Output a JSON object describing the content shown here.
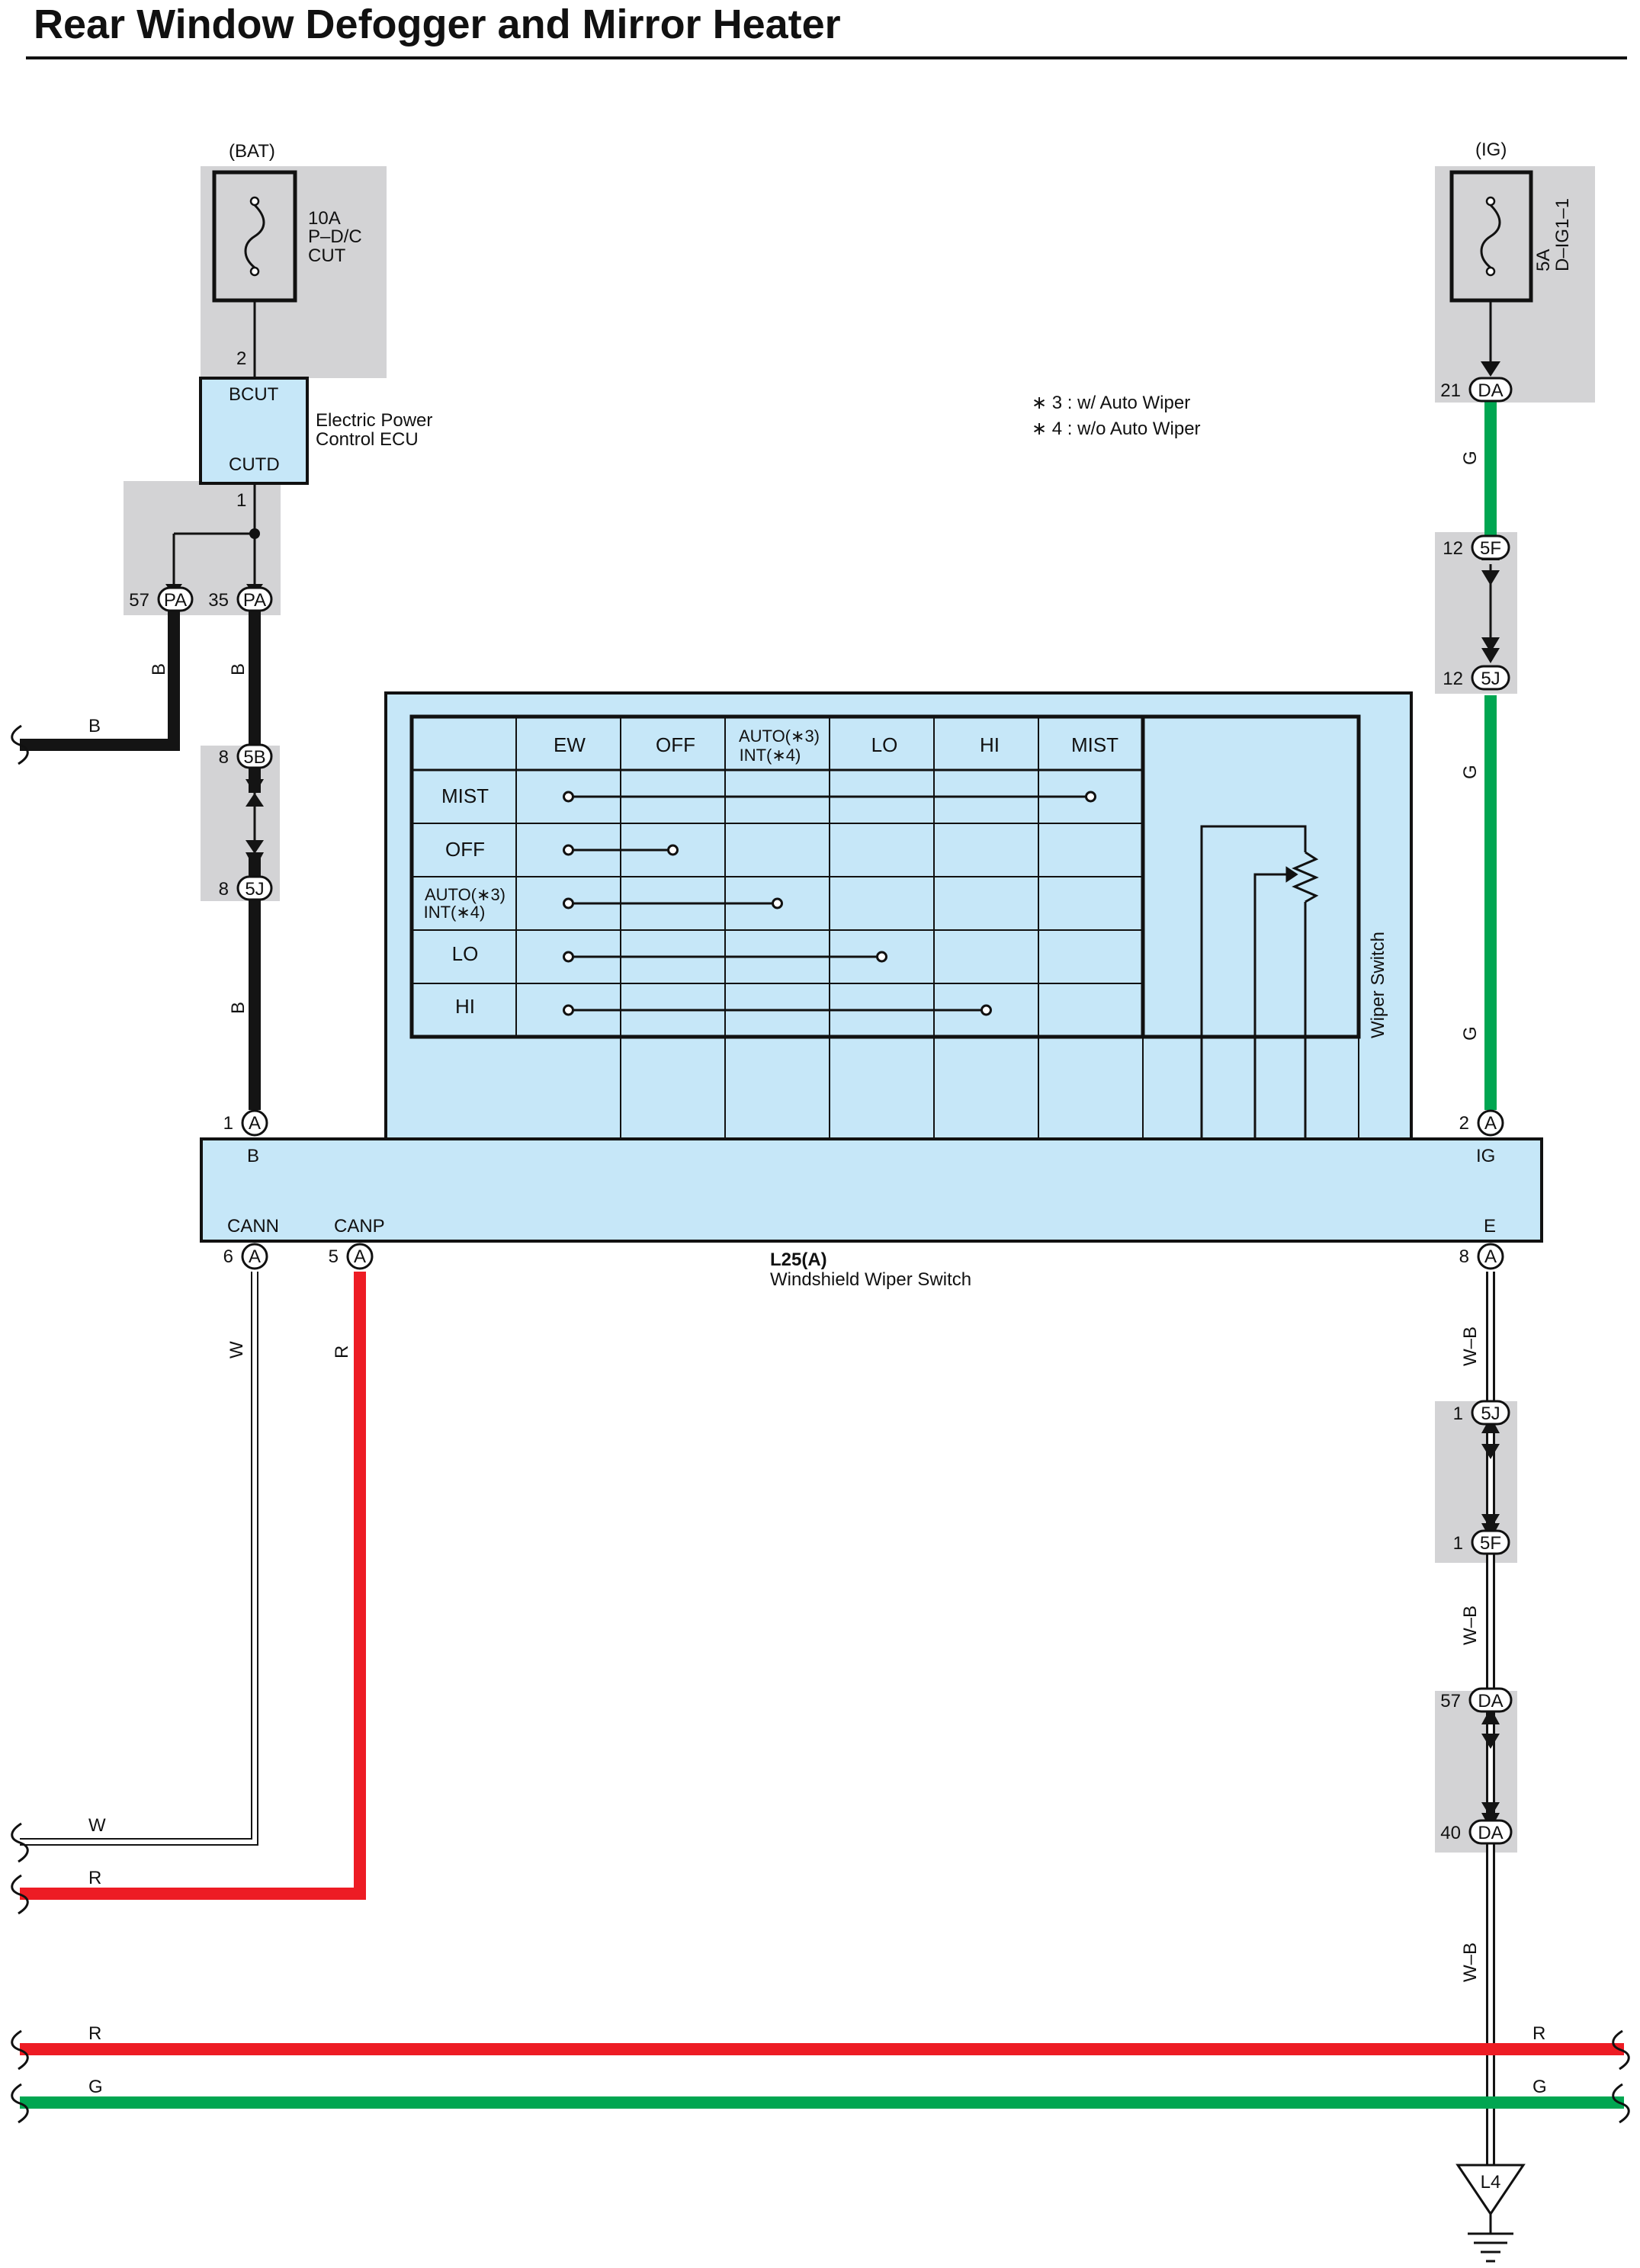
{
  "title": "Rear Window Defogger and Mirror Heater",
  "colors": {
    "black_wire": "#141414",
    "green_wire": "#00a651",
    "red_wire": "#ed1c24",
    "white_wire": "#ffffff",
    "grey_box": "#d3d3d5",
    "blue_box": "#c6e7f8"
  },
  "bat_source": {
    "label": "(BAT)",
    "fuse_lines": [
      "10A",
      "P–D/C",
      "CUT"
    ]
  },
  "ig_source": {
    "label": "(IG)",
    "fuse_lines": [
      "5A",
      "D–IG1–1"
    ]
  },
  "ecu": {
    "name_lines": [
      "Electric Power",
      "Control ECU"
    ],
    "pin_top": "BCUT",
    "pin_bottom": "CUTD",
    "pin_top_no": "2",
    "pin_bottom_no": "1"
  },
  "notes": [
    "∗ 3 : w/ Auto Wiper",
    "∗ 4 : w/o Auto Wiper"
  ],
  "left_connectors": [
    {
      "no": "57",
      "code": "PA"
    },
    {
      "no": "35",
      "code": "PA"
    },
    {
      "no": "8",
      "code": "5B"
    },
    {
      "no": "8",
      "code": "5J"
    },
    {
      "no": "1",
      "code": "A"
    },
    {
      "no": "6",
      "code": "A"
    },
    {
      "no": "5",
      "code": "A"
    }
  ],
  "right_connectors": [
    {
      "no": "21",
      "code": "DA"
    },
    {
      "no": "12",
      "code": "5F"
    },
    {
      "no": "12",
      "code": "5J"
    },
    {
      "no": "2",
      "code": "A"
    },
    {
      "no": "8",
      "code": "A"
    },
    {
      "no": "1",
      "code": "5J"
    },
    {
      "no": "1",
      "code": "5F"
    },
    {
      "no": "57",
      "code": "DA"
    },
    {
      "no": "40",
      "code": "DA"
    }
  ],
  "wire_colors": {
    "b": "B",
    "g": "G",
    "w": "W",
    "r": "R",
    "wb": "W–B"
  },
  "wiper_switch": {
    "label": "Wiper Switch",
    "columns": [
      "EW",
      "OFF",
      "AUTO(∗3)",
      "INT(∗4)",
      "LO",
      "HI",
      "MIST"
    ],
    "rows": [
      {
        "label": "MIST",
        "from": 0,
        "to": 5
      },
      {
        "label": "OFF",
        "from": 0,
        "to": 1
      },
      {
        "label": "AUTO(∗3)",
        "label2": "INT(∗4)",
        "from": 0,
        "to": 2
      },
      {
        "label": "LO",
        "from": 0,
        "to": 3
      },
      {
        "label": "HI",
        "from": 0,
        "to": 4
      }
    ]
  },
  "switch_pins": {
    "b": "B",
    "ig": "IG",
    "cann": "CANN",
    "canp": "CANP",
    "e": "E"
  },
  "switch_name": {
    "code": "L25(A)",
    "name": "Windshield Wiper Switch"
  },
  "ground": {
    "code": "L4"
  }
}
